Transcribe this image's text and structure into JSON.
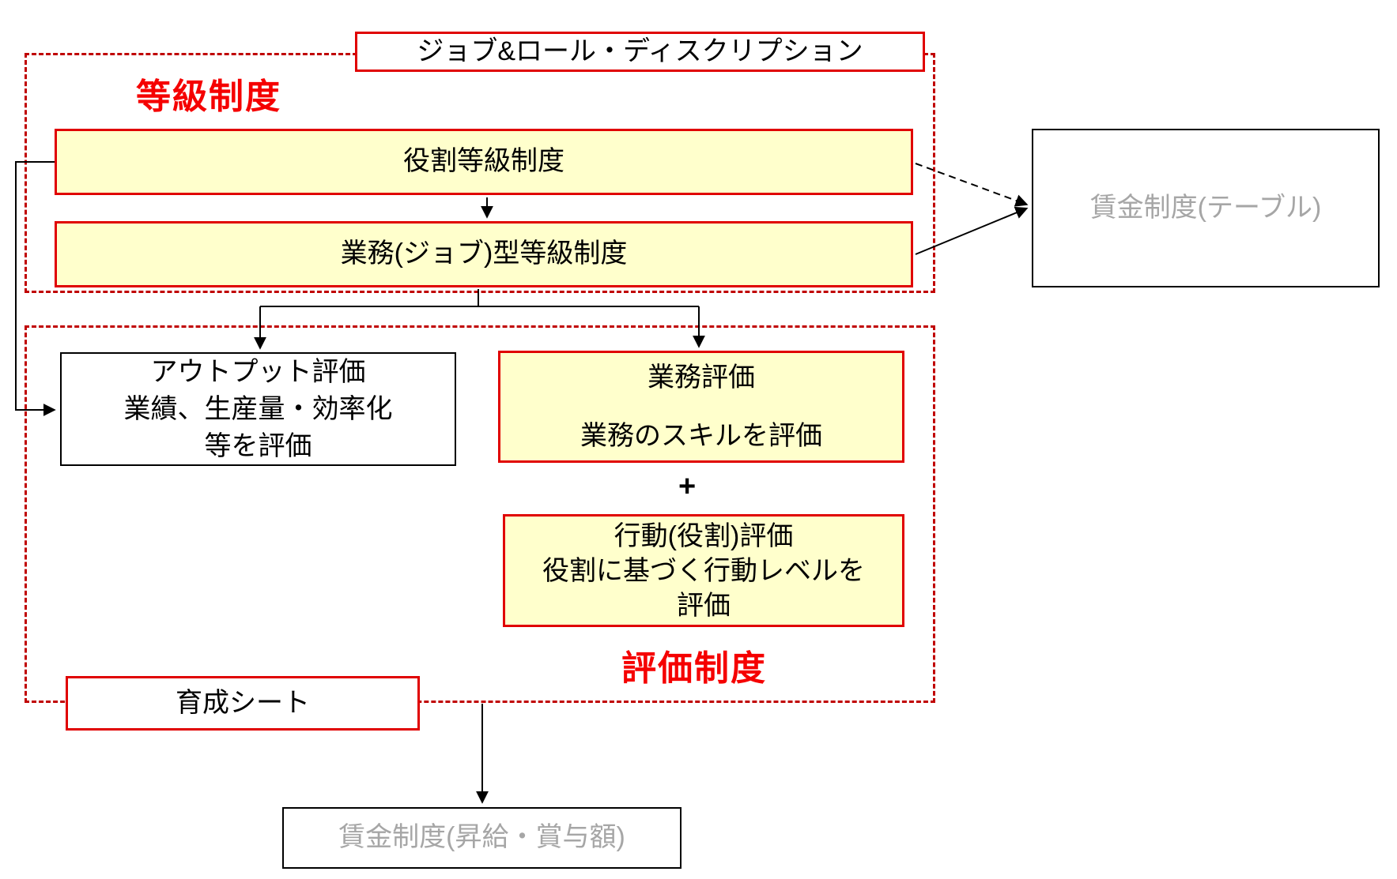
{
  "diagram": {
    "top_box": {
      "label": "ジョブ&ロール・ディスクリプション"
    },
    "grading_section": {
      "title": "等級制度",
      "role_grade_box": "役割等級制度",
      "job_grade_box": "業務(ジョブ)型等級制度"
    },
    "wage_table_box": {
      "label": "賃金制度(テーブル)"
    },
    "evaluation_section": {
      "title": "評価制度",
      "output_eval_box": "アウトプット評価\n業績、生産量・効率化\n等を評価",
      "work_eval_box": "業務評価\n\n業務のスキルを評価",
      "plus_sign": "+",
      "behavior_eval_box": "行動(役割)評価\n役割に基づく行動レベルを\n評価"
    },
    "development_sheet_box": {
      "label": "育成シート"
    },
    "wage_raise_box": {
      "label": "賃金制度(昇給・賞与額)"
    },
    "colors": {
      "box_fill_yellow": "#ffffcc",
      "solid_border_red": "#e00000",
      "dashed_border_red": "#c00000",
      "section_title_red": "#f50000",
      "muted_text_gray": "#a6a6a6",
      "connector_black": "#000000"
    }
  }
}
